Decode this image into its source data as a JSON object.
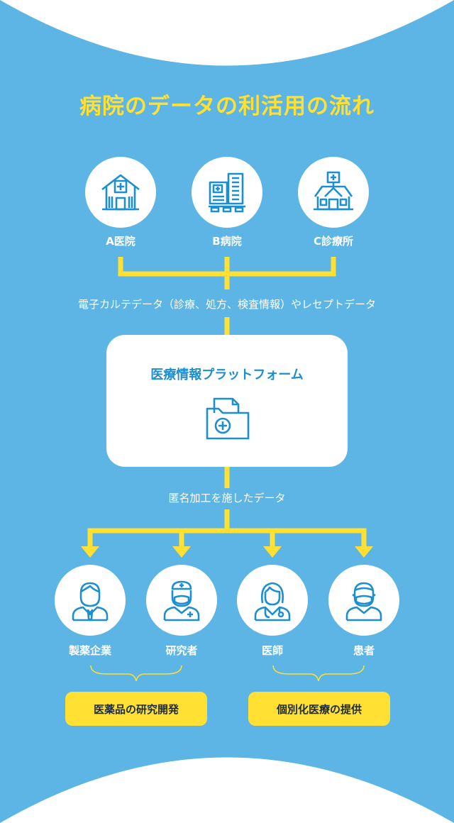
{
  "colors": {
    "background": "#5cb5e4",
    "accent_yellow": "#ffe033",
    "icon_blue": "#1c8fd1",
    "white": "#ffffff"
  },
  "title": "病院のデータの利活用の流れ",
  "sources": [
    {
      "label": "A医院",
      "icon": "clinic-icon"
    },
    {
      "label": "B病院",
      "icon": "hospital-building-icon"
    },
    {
      "label": "C診療所",
      "icon": "clinic-house-icon"
    }
  ],
  "flow_text_1": "電子カルテデータ（診療、処方、検査情報）やレセプトデータ",
  "platform": {
    "title": "医療情報プラットフォーム",
    "icon": "medical-folder-icon"
  },
  "flow_text_2": "匿名加工を施したデータ",
  "recipients": [
    {
      "label": "製薬企業",
      "icon": "businessman-icon"
    },
    {
      "label": "研究者",
      "icon": "researcher-icon"
    },
    {
      "label": "医師",
      "icon": "doctor-icon"
    },
    {
      "label": "患者",
      "icon": "patient-icon"
    }
  ],
  "outcomes": [
    {
      "label": "医薬品の研究開発"
    },
    {
      "label": "個別化医療の提供"
    }
  ]
}
